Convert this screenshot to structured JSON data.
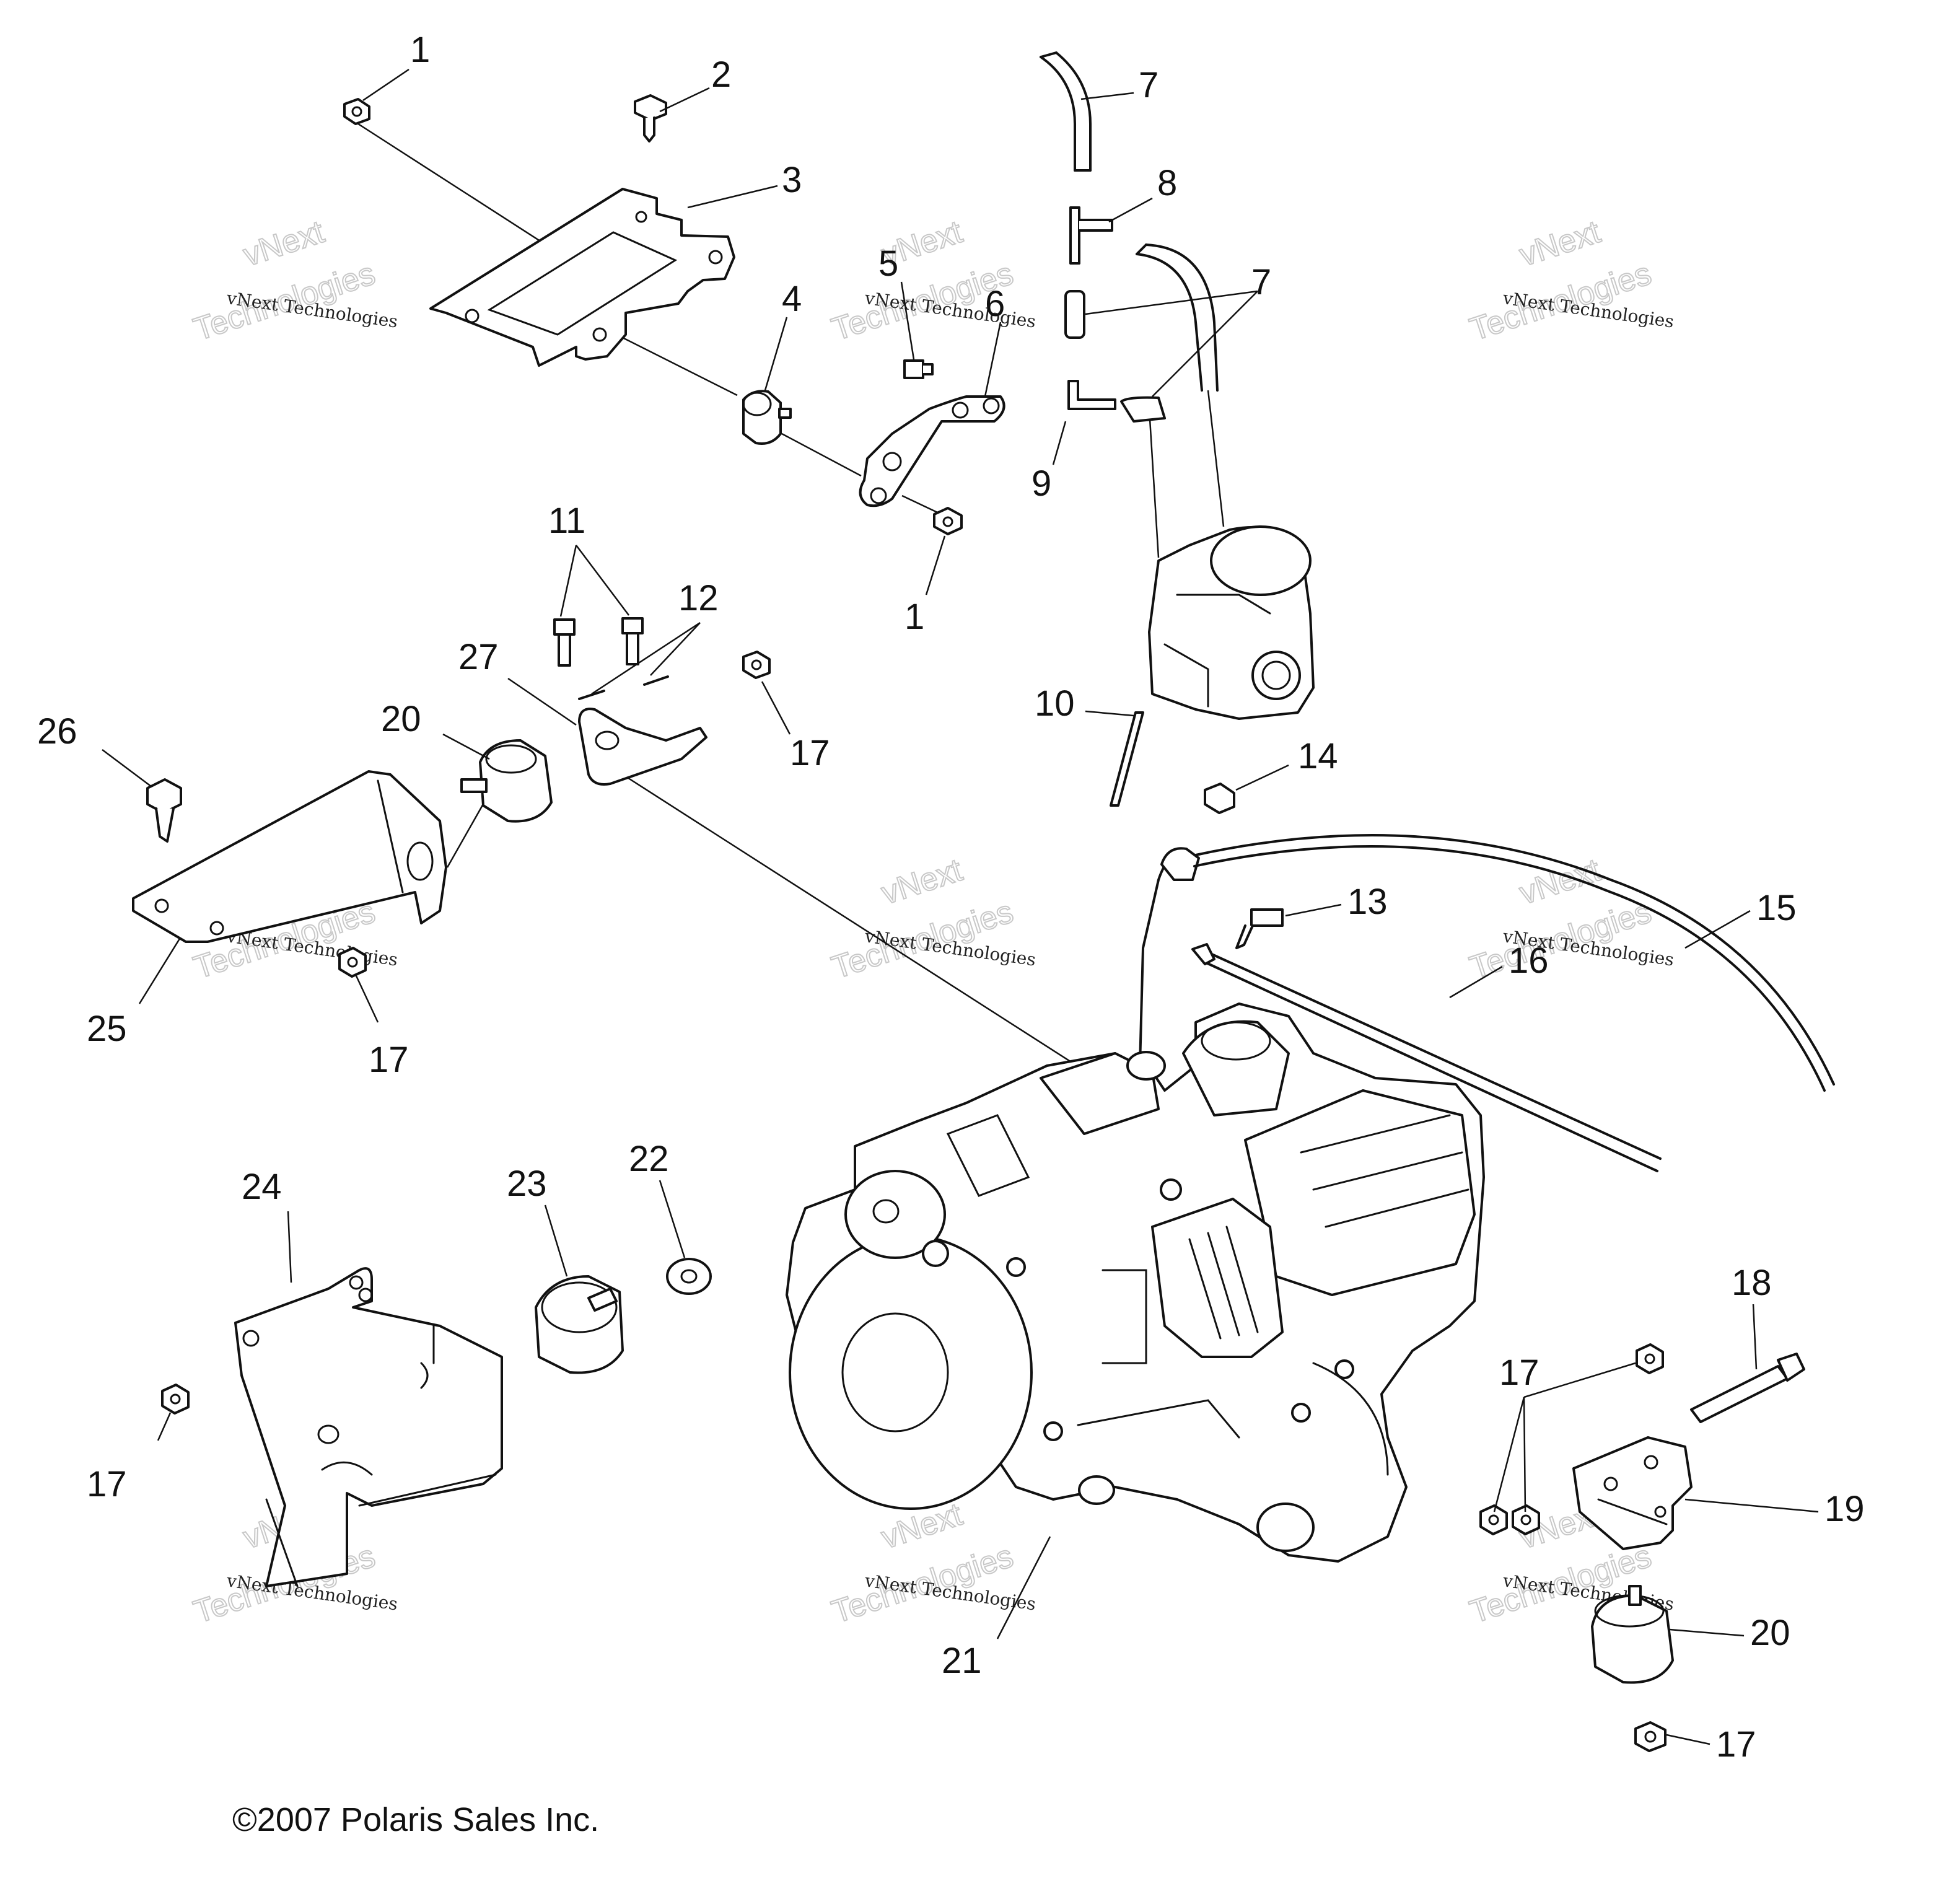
{
  "diagram": {
    "callouts": [
      "1",
      "2",
      "3",
      "4",
      "5",
      "6",
      "7",
      "8",
      "7",
      "9",
      "1",
      "11",
      "12",
      "27",
      "17",
      "10",
      "14",
      "26",
      "20",
      "25",
      "17",
      "13",
      "15",
      "16",
      "24",
      "23",
      "22",
      "17",
      "18",
      "17",
      "19",
      "21",
      "20",
      "17"
    ],
    "watermark": {
      "line1": "vNext Technologies",
      "outline_word1": "vNext",
      "outline_word2": "Technologies"
    },
    "copyright": "©2007 Polaris Sales Inc."
  }
}
